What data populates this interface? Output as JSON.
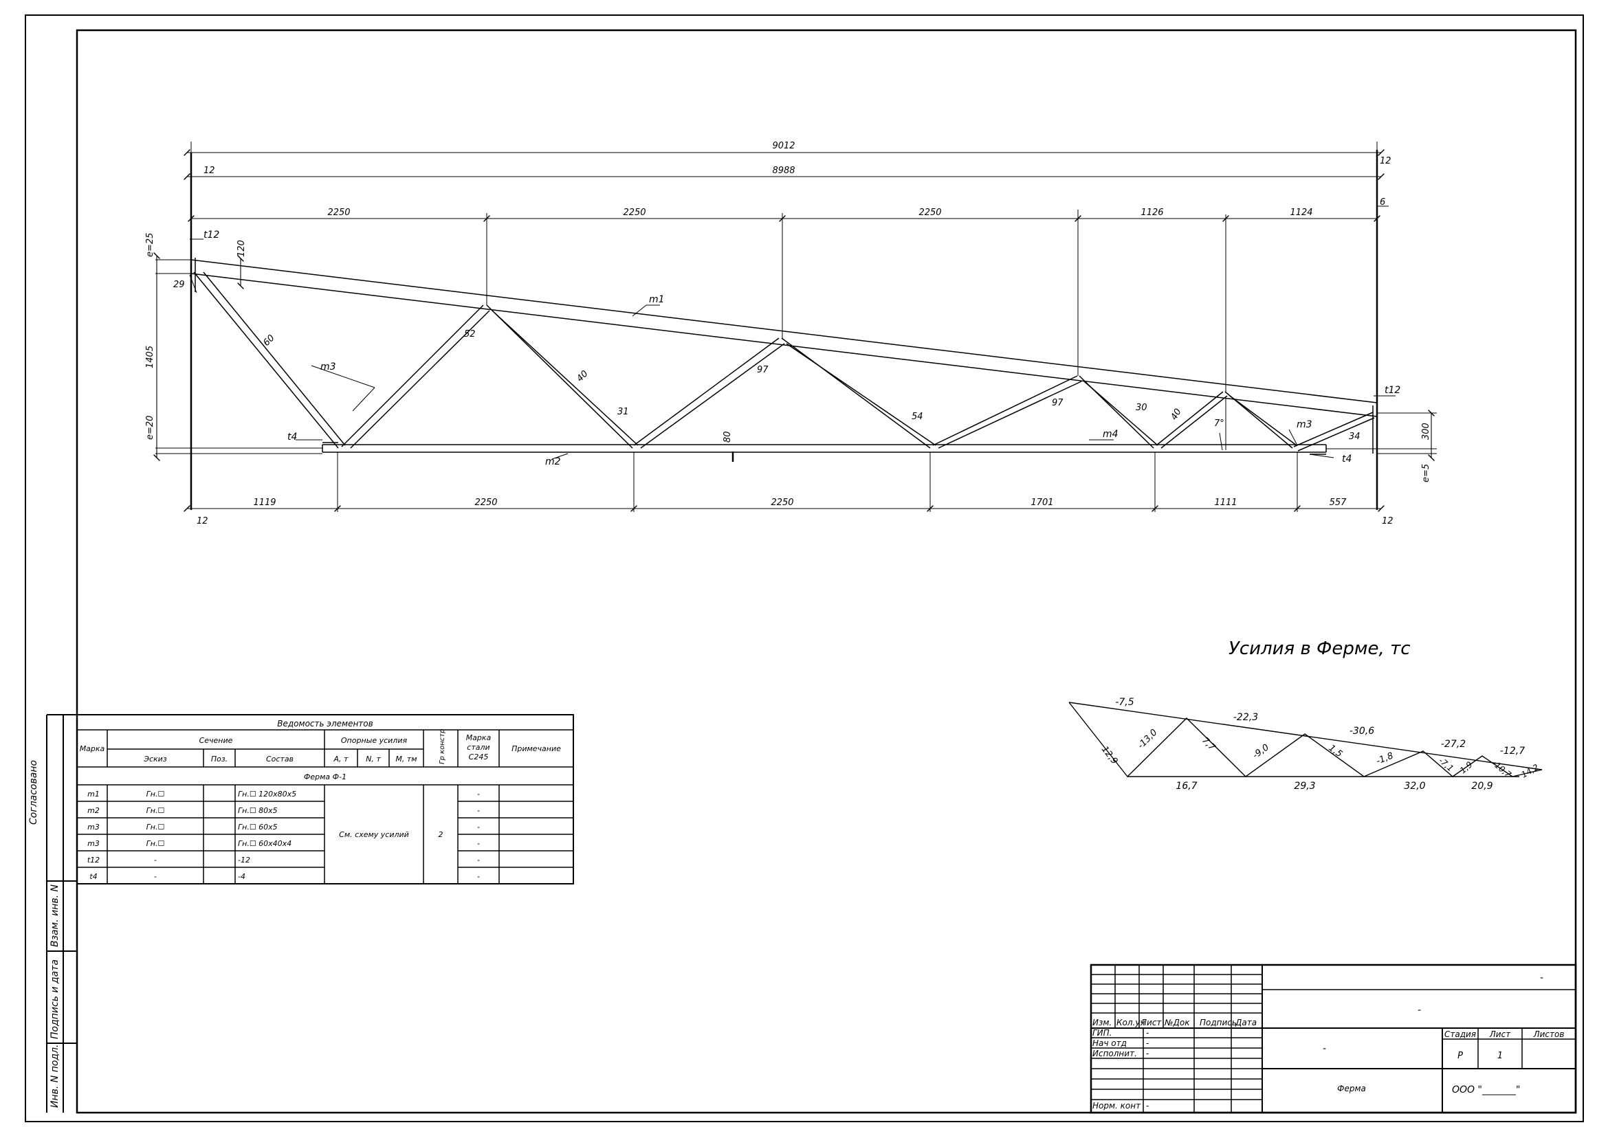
{
  "truss_drawing": {
    "overall_dims": {
      "d1": "9012",
      "d2": "8988",
      "end_left": "12",
      "end_right": "12",
      "end_right2": "6"
    },
    "top_dims": [
      "2250",
      "2250",
      "2250",
      "1126",
      "1124"
    ],
    "bottom_dims": [
      "1119",
      "2250",
      "2250",
      "1701",
      "1111",
      "557"
    ],
    "bottom_end_left": "12",
    "bottom_end_right": "12",
    "left_side": {
      "e_top": "e=25",
      "height": "1405",
      "e_bot": "e=20",
      "gap": "29",
      "depth": "120"
    },
    "right_side": {
      "height": "300",
      "e_bot": "e=5"
    },
    "node_dims": {
      "a": "52",
      "b": "97",
      "c": "97",
      "d": "31",
      "e": "80",
      "f": "54",
      "g": "30",
      "h": "34",
      "i": "40",
      "j": "40",
      "k": "60",
      "l": "7°"
    },
    "member_labels": {
      "m1": "m1",
      "m2": "m2",
      "m3a": "m3",
      "m3b": "m3",
      "m4": "m4",
      "t12a": "t12",
      "t12b": "t12",
      "t4a": "t4",
      "t4b": "t4"
    }
  },
  "forces": {
    "title": "Усилия в Ферме, тс",
    "top_chord": [
      "-7,5",
      "-22,3",
      "-30,6",
      "-27,2",
      "-12,7"
    ],
    "bottom_chord": [
      "16,7",
      "29,3",
      "32,0",
      "20,9"
    ],
    "diagonals": [
      "12,9",
      "-13,0",
      "7,7",
      "-9,0",
      "1,5",
      "-1,8",
      "-7,1",
      "1,9",
      "-10,7",
      "14,2"
    ]
  },
  "schedule": {
    "title": "Ведомость элементов",
    "h_mark": "Марка",
    "h_section": "Сечение",
    "h_sketch": "Эскиз",
    "h_pos": "Поз.",
    "h_comp": "Состав",
    "h_forces": "Опорные усилия",
    "h_a": "А, т",
    "h_n": "N, т",
    "h_m": "М, тм",
    "h_gr": "Гр констр",
    "h_steel": "Марка стали С245",
    "h_note": "Примечание",
    "group": "Ферма Ф-1",
    "merged_forces": "См. схему усилий",
    "merged_gr": "2",
    "rows": [
      {
        "mark": "m1",
        "sketch": "Гн.☐",
        "comp": "Гн.☐ 120х80х5",
        "steel": "-"
      },
      {
        "mark": "m2",
        "sketch": "Гн.☐",
        "comp": "Гн.☐ 80х5",
        "steel": "-"
      },
      {
        "mark": "m3",
        "sketch": "Гн.☐",
        "comp": "Гн.☐ 60х5",
        "steel": "-"
      },
      {
        "mark": "m3",
        "sketch": "Гн.☐",
        "comp": "Гн.☐ 60х40х4",
        "steel": "-"
      },
      {
        "mark": "t12",
        "sketch": "-",
        "comp": "-12",
        "steel": "-"
      },
      {
        "mark": "t4",
        "sketch": "-",
        "comp": "-4",
        "steel": "-"
      }
    ]
  },
  "side_stamp": {
    "agreed": "Согласовано",
    "inv_swap": "Взам. инв. N",
    "sign_date": "Подпись и дата",
    "inv_orig": "Инв. N подл."
  },
  "title_block": {
    "cols": [
      "Изм.",
      "Кол.уч",
      "Лист",
      "№Док",
      "Подпись",
      "Дата"
    ],
    "gip": "ГИП.",
    "gip_val": "-",
    "nach": "Нач отд",
    "nach_val": "-",
    "isp": "Исполнит.",
    "isp_val": "-",
    "norm": "Норм. конт",
    "norm_val": "-",
    "project": "-",
    "object": "-",
    "section": "-",
    "stage_h": "Стадия",
    "sheet_h": "Лист",
    "sheets_h": "Листов",
    "stage": "Р",
    "sheet": "1",
    "drawing": "Ферма",
    "company": "ООО \"_______\""
  }
}
